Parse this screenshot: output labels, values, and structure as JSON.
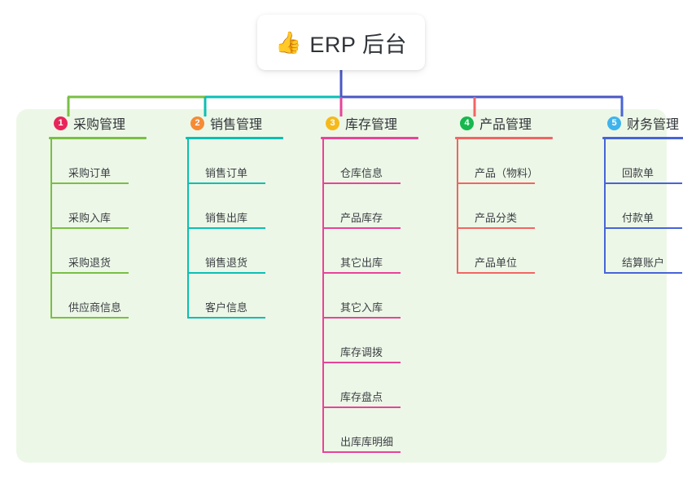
{
  "root": {
    "emoji": "👍",
    "emoji_name": "thumbs-up-icon",
    "title": "ERP 后台"
  },
  "palette": {
    "panel_background": "#edf7e7",
    "page_background": "#ffffff",
    "title_text": "#2f3338",
    "item_text": "#3a3f44"
  },
  "columns": [
    {
      "index": "1",
      "title": "采购管理",
      "line_color": "#79bf45",
      "badge_color": "#e8255b",
      "items": [
        {
          "label": "采购订单"
        },
        {
          "label": "采购入库"
        },
        {
          "label": "采购退货"
        },
        {
          "label": "供应商信息"
        }
      ]
    },
    {
      "index": "2",
      "title": "销售管理",
      "line_color": "#0cbfb4",
      "badge_color": "#f68b35",
      "items": [
        {
          "label": "销售订单"
        },
        {
          "label": "销售出库"
        },
        {
          "label": "销售退货"
        },
        {
          "label": "客户信息"
        }
      ]
    },
    {
      "index": "3",
      "title": "库存管理",
      "line_color": "#e8439a",
      "badge_color": "#f5ba1a",
      "items": [
        {
          "label": "仓库信息"
        },
        {
          "label": "产品库存"
        },
        {
          "label": "其它出库"
        },
        {
          "label": "其它入库"
        },
        {
          "label": "库存调拨"
        },
        {
          "label": "库存盘点"
        },
        {
          "label": "出库库明细"
        }
      ]
    },
    {
      "index": "4",
      "title": "产品管理",
      "line_color": "#f26563",
      "badge_color": "#16b84e",
      "items": [
        {
          "label": "产品（物料）"
        },
        {
          "label": "产品分类"
        },
        {
          "label": "产品单位"
        }
      ]
    },
    {
      "index": "5",
      "title": "财务管理",
      "line_color": "#4764d8",
      "badge_color": "#3fb3ec",
      "items": [
        {
          "label": "回款单"
        },
        {
          "label": "付款单"
        },
        {
          "label": "结算账户"
        }
      ]
    }
  ],
  "connectors": {
    "trunk_color": "#4a57c4",
    "segment_1_color": "#79bf45",
    "segment_2_color": "#0cbfb4",
    "segment_3_color": "#4a57c4",
    "drop_1_color": "#79bf45",
    "drop_2_color": "#0cbfb4",
    "drop_3_color": "#e8439a",
    "drop_4_color": "#f26563",
    "drop_5_color": "#4764d8"
  }
}
